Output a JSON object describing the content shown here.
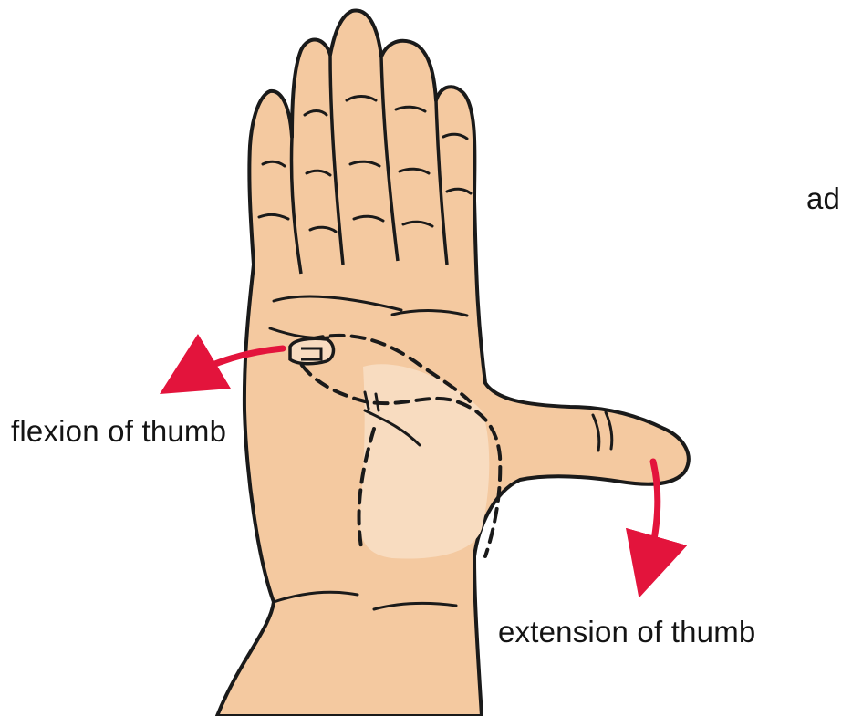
{
  "labels": {
    "flexion": "flexion of thumb",
    "extension": "extension of thumb",
    "partial": "ad"
  },
  "colors": {
    "skin": "#f4c9a0",
    "skin_light": "#f8dcc0",
    "outline": "#1a1a1a",
    "arrow": "#e3143c"
  },
  "icons": {
    "hand": "open-palm-hand",
    "flexion_arrow": "curved-arrow-left",
    "extension_arrow": "curved-arrow-down"
  }
}
